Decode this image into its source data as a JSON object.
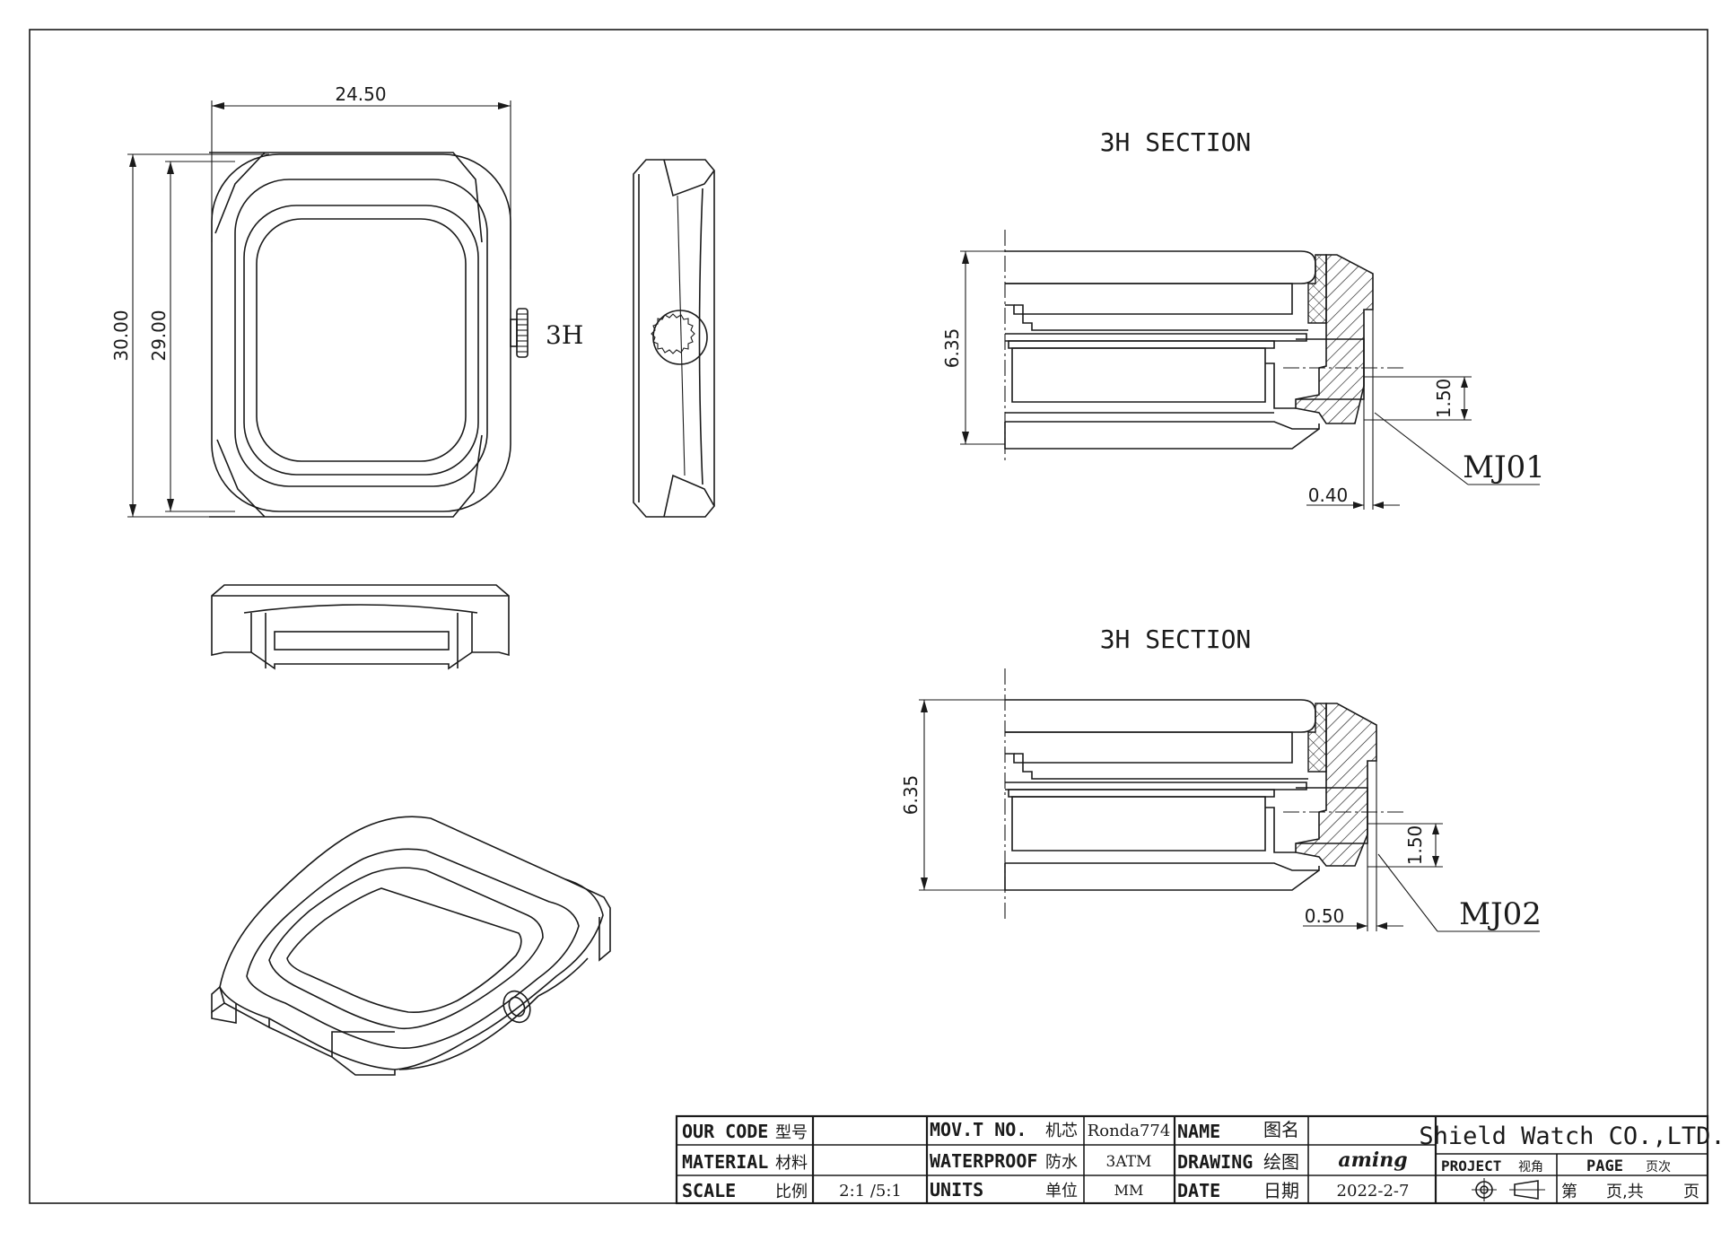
{
  "front_view": {
    "width_dim": "24.50",
    "height_outer_dim": "30.00",
    "height_inner_dim": "29.00",
    "crown_label": "3H"
  },
  "section_1": {
    "title": "3H SECTION",
    "height_dim": "6.35",
    "gap_dim": "1.50",
    "offset_dim": "0.40",
    "callout": "MJ01"
  },
  "section_2": {
    "title": "3H SECTION",
    "height_dim": "6.35",
    "gap_dim": "1.50",
    "offset_dim": "0.50",
    "callout": "MJ02"
  },
  "title_block": {
    "our_code_en": "OUR CODE",
    "our_code_cn": "型号",
    "material_en": "MATERIAL",
    "material_cn": "材料",
    "scale_en": "SCALE",
    "scale_cn": "比例",
    "scale_value": "2:1 /5:1",
    "movt_en": "MOV.T NO.",
    "movt_cn": "机芯",
    "movt_value": "Ronda774",
    "waterproof_en": "WATERPROOF",
    "waterproof_cn": "防水",
    "waterproof_value": "3ATM",
    "units_en": "UNITS",
    "units_cn": "单位",
    "units_value": "MM",
    "name_en": "NAME",
    "name_cn": "图名",
    "drawing_en": "DRAWING",
    "drawing_cn": "绘图",
    "drawing_value": "aming",
    "date_en": "DATE",
    "date_cn": "日期",
    "date_value": "2022-2-7",
    "company": "Shield Watch CO.,LTD.",
    "project_en": "PROJECT",
    "project_cn": "视角",
    "page_en": "PAGE",
    "page_cn": "页次",
    "page_value_1": "第",
    "page_value_2": "页,共",
    "page_value_3": "页"
  }
}
